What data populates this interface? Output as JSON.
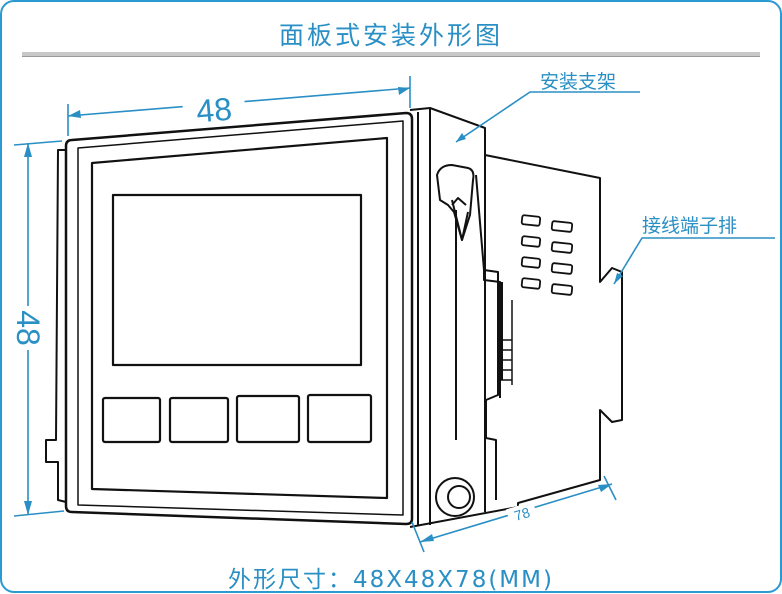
{
  "title": "面板式安装外形图",
  "footer": "外形尺寸：48X48X78(MM)",
  "labels": {
    "bracket": "安装支架",
    "terminal": "接线端子排"
  },
  "dimensions": {
    "width": "48",
    "height": "48",
    "depth": "78"
  },
  "colors": {
    "accent": "#2a8fc4",
    "outline": "#111111"
  }
}
